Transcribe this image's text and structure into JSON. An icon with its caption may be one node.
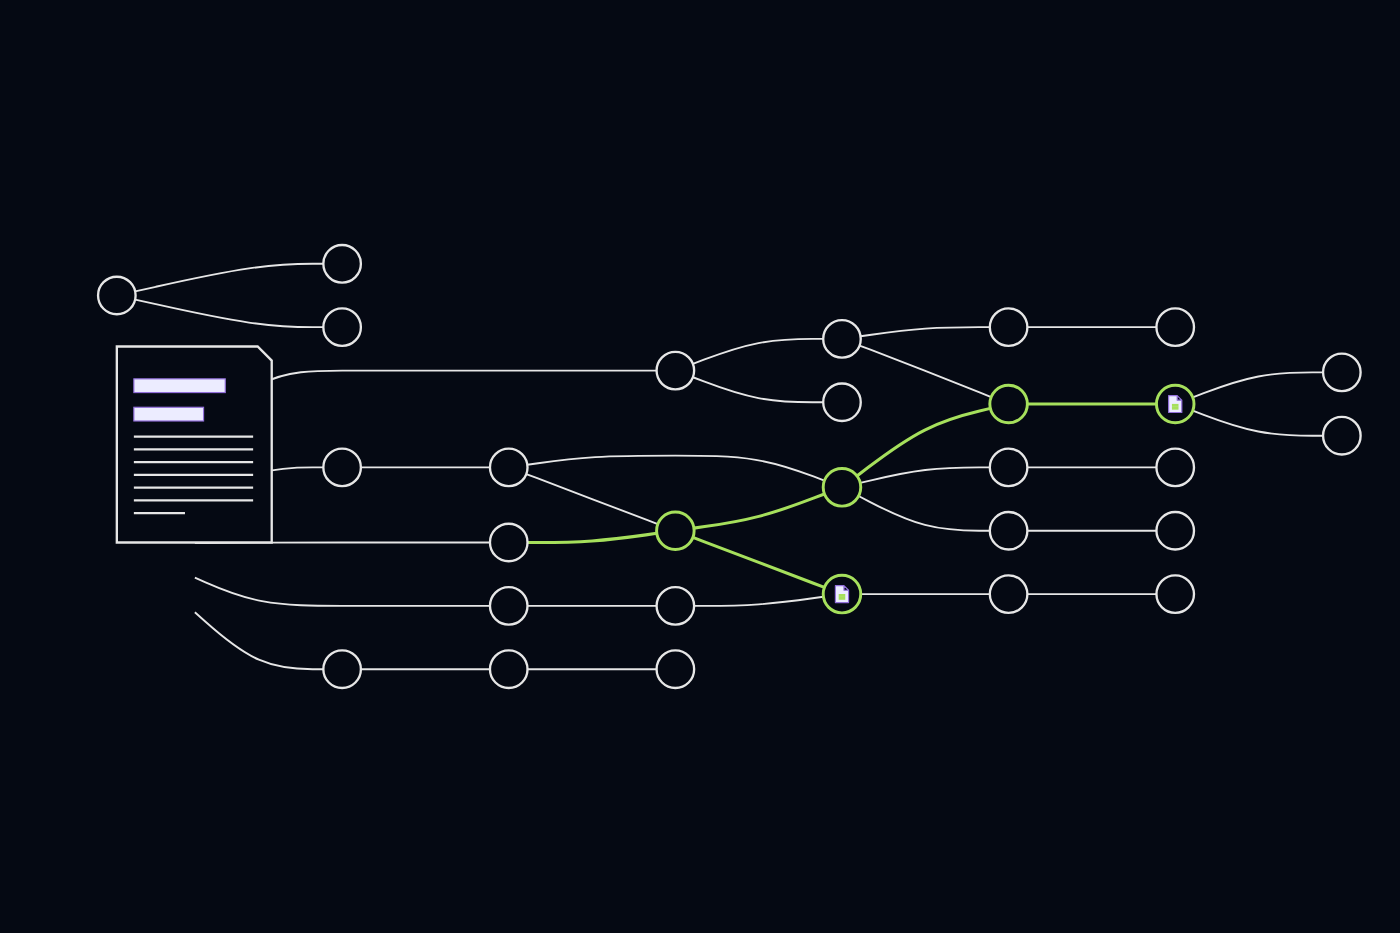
{
  "diagram": {
    "nodes": [
      {
        "text": [],
        "shape": "document"
      },
      {
        "text": [],
        "shape": "circle"
      },
      {
        "text": [],
        "shape": "circle"
      },
      {
        "text": [],
        "shape": "circle"
      },
      {
        "text": [],
        "shape": "circle"
      },
      {
        "text": [],
        "shape": "circle"
      },
      {
        "text": [],
        "shape": "circle"
      },
      {
        "text": [],
        "shape": "circle"
      },
      {
        "text": [],
        "shape": "circle"
      },
      {
        "text": [],
        "shape": "circle"
      },
      {
        "text": [],
        "shape": "circle"
      },
      {
        "text": [],
        "shape": "circle"
      },
      {
        "text": [],
        "shape": "circle"
      },
      {
        "text": [],
        "shape": "circle"
      },
      {
        "text": [],
        "shape": "circle"
      },
      {
        "text": [],
        "shape": "circle"
      },
      {
        "text": [],
        "shape": "circle"
      },
      {
        "text": [],
        "shape": "circle"
      },
      {
        "text": [],
        "shape": "circle"
      },
      {
        "text": [],
        "shape": "circle"
      },
      {
        "text": [],
        "shape": "circle"
      },
      {
        "text": [],
        "shape": "circle"
      },
      {
        "text": [],
        "shape": "circle"
      },
      {
        "text": [],
        "shape": "circle"
      },
      {
        "text": [],
        "shape": "circle"
      },
      {
        "text": [],
        "shape": "circle"
      },
      {
        "text": [],
        "shape": "circle"
      },
      {
        "text": [],
        "shape": "circle"
      },
      {
        "text": [],
        "shape": "circle"
      },
      {
        "text": [],
        "shape": "circle"
      }
    ],
    "edges": [
      {
        "from": 0,
        "to": 1,
        "arrow": "none"
      },
      {
        "from": 0,
        "to": 2,
        "arrow": "none"
      },
      {
        "from": 0,
        "to": 3,
        "arrow": "none"
      },
      {
        "from": 0,
        "to": 4,
        "arrow": "none"
      },
      {
        "from": 0,
        "to": 5,
        "arrow": "none"
      },
      {
        "from": 1,
        "to": 6,
        "arrow": "none"
      },
      {
        "from": 1,
        "to": 7,
        "arrow": "none"
      },
      {
        "from": 6,
        "to": 13,
        "arrow": "none"
      },
      {
        "from": 6,
        "to": 14,
        "arrow": "none"
      },
      {
        "from": 13,
        "to": 24,
        "arrow": "none"
      },
      {
        "from": 14,
        "to": 20,
        "arrow": "none",
        "color": "#a6e05c"
      },
      {
        "from": 20,
        "to": 27,
        "arrow": "none"
      },
      {
        "from": 20,
        "to": 28,
        "arrow": "none"
      },
      {
        "from": 2,
        "to": 8,
        "arrow": "none"
      },
      {
        "from": 8,
        "to": 15,
        "arrow": "none"
      },
      {
        "from": 8,
        "to": 9,
        "arrow": "none"
      },
      {
        "from": 15,
        "to": 14,
        "arrow": "none",
        "color": "#a6e05c"
      },
      {
        "from": 15,
        "to": 22,
        "arrow": "none"
      },
      {
        "from": 15,
        "to": 18,
        "arrow": "none"
      },
      {
        "from": 22,
        "to": 29,
        "arrow": "none"
      },
      {
        "from": 18,
        "to": 25,
        "arrow": "none"
      },
      {
        "from": 3,
        "to": 9,
        "arrow": "none",
        "color": "#a6e05c"
      },
      {
        "from": 9,
        "to": 15,
        "arrow": "none",
        "color": "#a6e05c"
      },
      {
        "from": 9,
        "to": 16,
        "arrow": "none",
        "color": "#a6e05c"
      },
      {
        "from": 4,
        "to": 10,
        "arrow": "none"
      },
      {
        "from": 10,
        "to": 16,
        "arrow": "none"
      },
      {
        "from": 16,
        "to": 21,
        "arrow": "none"
      },
      {
        "from": 21,
        "to": 26,
        "arrow": "none"
      },
      {
        "from": 5,
        "to": 11,
        "arrow": "none"
      },
      {
        "from": 11,
        "to": 12,
        "arrow": "none"
      },
      {
        "from": 17,
        "to": 23,
        "arrow": "none"
      },
      {
        "from": 17,
        "to": 19,
        "arrow": "none"
      }
    ]
  }
}
